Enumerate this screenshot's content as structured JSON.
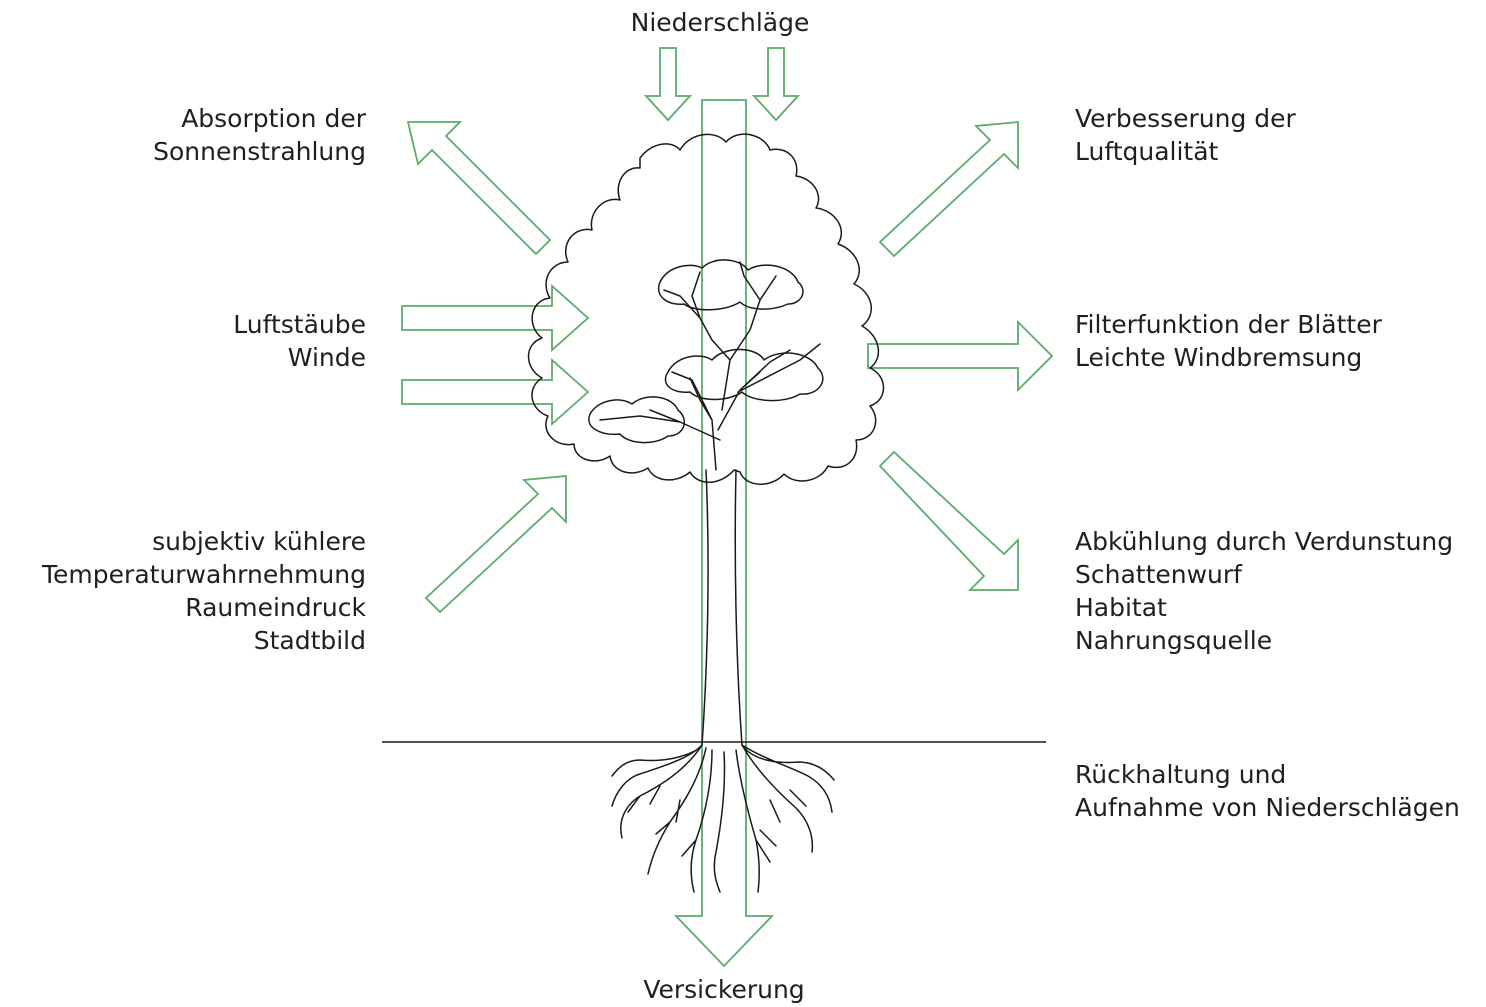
{
  "diagram": {
    "top_label": "Niederschläge",
    "bottom_label": "Versickerung",
    "left_groups": [
      {
        "lines": [
          "Absorption der",
          "Sonnenstrahlung"
        ]
      },
      {
        "lines": [
          "Luftstäube",
          "Winde"
        ]
      },
      {
        "lines": [
          "subjektiv kühlere",
          "Temperaturwahrnehmung",
          "Raumeindruck",
          "Stadtbild"
        ]
      }
    ],
    "right_groups": [
      {
        "lines": [
          "Verbesserung der",
          "Luftqualität"
        ]
      },
      {
        "lines": [
          "Filterfunktion der Blätter",
          "Leichte Windbremsung"
        ]
      },
      {
        "lines": [
          "Abkühlung durch Verdunstung",
          "Schattenwurf",
          "Habitat",
          "Nahrungsquelle"
        ]
      },
      {
        "lines": [
          "Rückhaltung und",
          "Aufnahme von Niederschlägen"
        ]
      }
    ]
  },
  "colors": {
    "arrow": "#5cab6c",
    "tree": "#1a1a1a",
    "text": "#1f1f1f"
  },
  "icons": {
    "tree": "tree-illustration",
    "arrows": "outline-arrow"
  }
}
